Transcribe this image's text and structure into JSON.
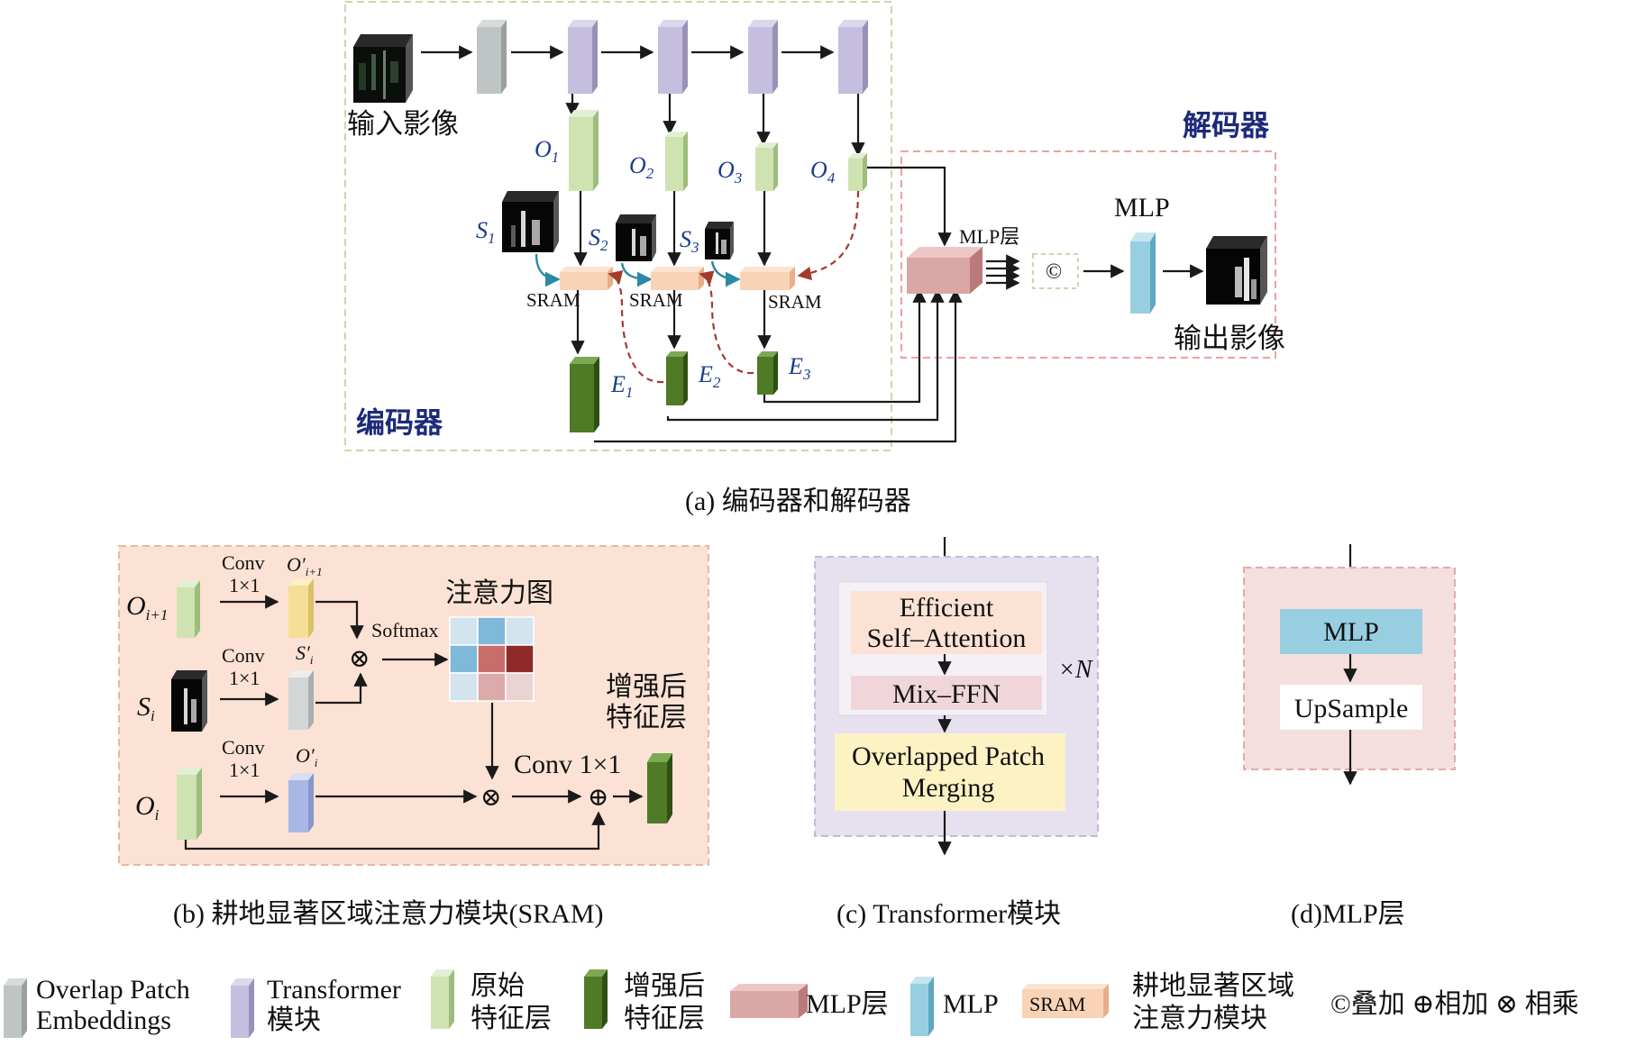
{
  "panel_a": {
    "input_label": "输入影像",
    "output_label": "输出影像",
    "encoder_title": "编码器",
    "decoder_title": "解码器",
    "o_labels": [
      "O",
      "O",
      "O",
      "O"
    ],
    "o_subs": [
      "1",
      "2",
      "3",
      "4"
    ],
    "s_labels": [
      "S",
      "S",
      "S"
    ],
    "s_subs": [
      "1",
      "2",
      "3"
    ],
    "e_labels": [
      "E",
      "E",
      "E"
    ],
    "e_subs": [
      "1",
      "2",
      "3"
    ],
    "sram_label": "SRAM",
    "mlp_layer_label": "MLP层",
    "concat_symbol": "©",
    "mlp_label": "MLP",
    "caption": "(a) 编码器和解码器"
  },
  "panel_b": {
    "o_next": "O",
    "o_next_sub": "i+1",
    "s_i": "S",
    "s_i_sub": "i",
    "o_i": "O",
    "o_i_sub": "i",
    "conv": "Conv",
    "conv_k": "1×1",
    "o_prime_next": "O′",
    "o_prime_next_sub": "i+1",
    "s_prime": "S′",
    "s_prime_sub": "i",
    "o_prime": "O′",
    "o_prime_sub": "i",
    "softmax": "Softmax",
    "attention_map": "注意力图",
    "enhanced_l1": "增强后",
    "enhanced_l2": "特征层",
    "conv_out": "Conv 1×1",
    "mult": "⊗",
    "add": "⊕",
    "caption": "(b) 耕地显著区域注意力模块(SRAM)",
    "heatmap_colors": [
      "#d3e4ef",
      "#7fb8d8",
      "#d3e4ef",
      "#7fb8d8",
      "#c86e6a",
      "#8f2a2a",
      "#d3e4ef",
      "#dcaaa8",
      "#ecd3d3"
    ]
  },
  "panel_c": {
    "esa_l1": "Efficient",
    "esa_l2": "Self–Attention",
    "mixffn": "Mix–FFN",
    "opm_l1": "Overlapped Patch",
    "opm_l2": "Merging",
    "repeat": "×N",
    "caption": "(c) Transformer模块"
  },
  "panel_d": {
    "mlp": "MLP",
    "upsample": "UpSample",
    "caption": "(d)MLP层"
  },
  "legend": {
    "ope_l1": "Overlap Patch",
    "ope_l2": "Embeddings",
    "tf_l1": "Transformer",
    "tf_l2": "模块",
    "orig_l1": "原始",
    "orig_l2": "特征层",
    "enh_l1": "增强后",
    "enh_l2": "特征层",
    "mlp_layer": "MLP层",
    "mlp": "MLP",
    "sram": "SRAM",
    "sram_l1": "耕地显著区域",
    "sram_l2": "注意力模块",
    "ops": "©叠加 ⊕相加 ⊗ 相乘"
  },
  "colors": {
    "gray_block": "#bfc4c4",
    "purple_block": "#c6bedf",
    "light_green": "#cfe2b2",
    "dark_green": "#4f7a26",
    "pink_mlp": "#d9a7a6",
    "blue_mlp": "#98cfe0",
    "sram": "#f9d3b6",
    "encoder_border": "#c5d9ae",
    "decoder_border": "#e8a3a0",
    "panel_b_bg": "#fbe2d4",
    "panel_c_bg": "#e7e0ef",
    "panel_d_bg": "#f4dede"
  }
}
